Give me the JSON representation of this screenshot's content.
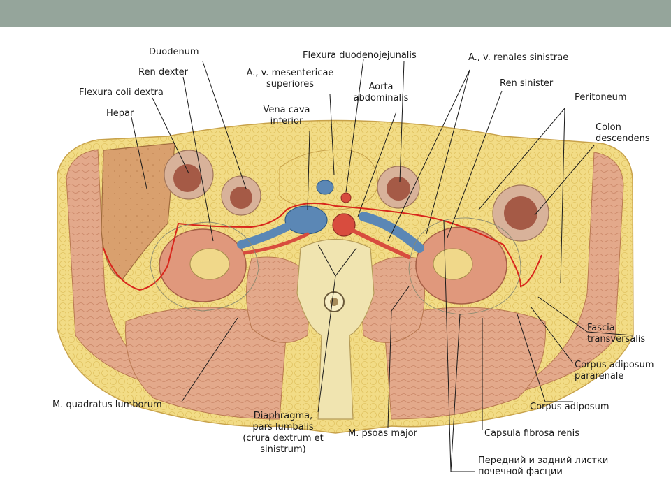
{
  "slide": {
    "bar_color": "#95a59b",
    "background": "#ffffff",
    "accent_line": "#d8261c"
  },
  "labels": {
    "duodenum": "Duodenum",
    "ren_dexter": "Ren dexter",
    "flexura_coli_dextra": "Flexura coli dextra",
    "hepar": "Hepar",
    "mesentericae": "A., v. mesentericae\nsuperiores",
    "vena_cava": "Vena cava\ninferior",
    "flexura_duodenojejunalis": "Flexura duodenojejunalis",
    "aorta": "Aorta\nabdominalis",
    "renales_sinistrae": "A., v. renales sinistrae",
    "ren_sinister": "Ren sinister",
    "peritoneum": "Peritoneum",
    "colon_descendens": "Colon\ndescendens",
    "fascia_transversalis": "Fascia\ntransversalis",
    "corpus_adiposum_pararenale": "Corpus adiposum\npararenale",
    "corpus_adiposum": "Corpus adiposum",
    "capsula_fibrosa": "Capsula fibrosa renis",
    "russian_note": "Передний и задний листки\nпочечной фасции",
    "quadratus": "M. quadratus lumborum",
    "diaphragma": "Diaphragma,\npars lumbalis\n(crura dextrum et\nsinistrum)",
    "psoas": "M. psoas major"
  }
}
